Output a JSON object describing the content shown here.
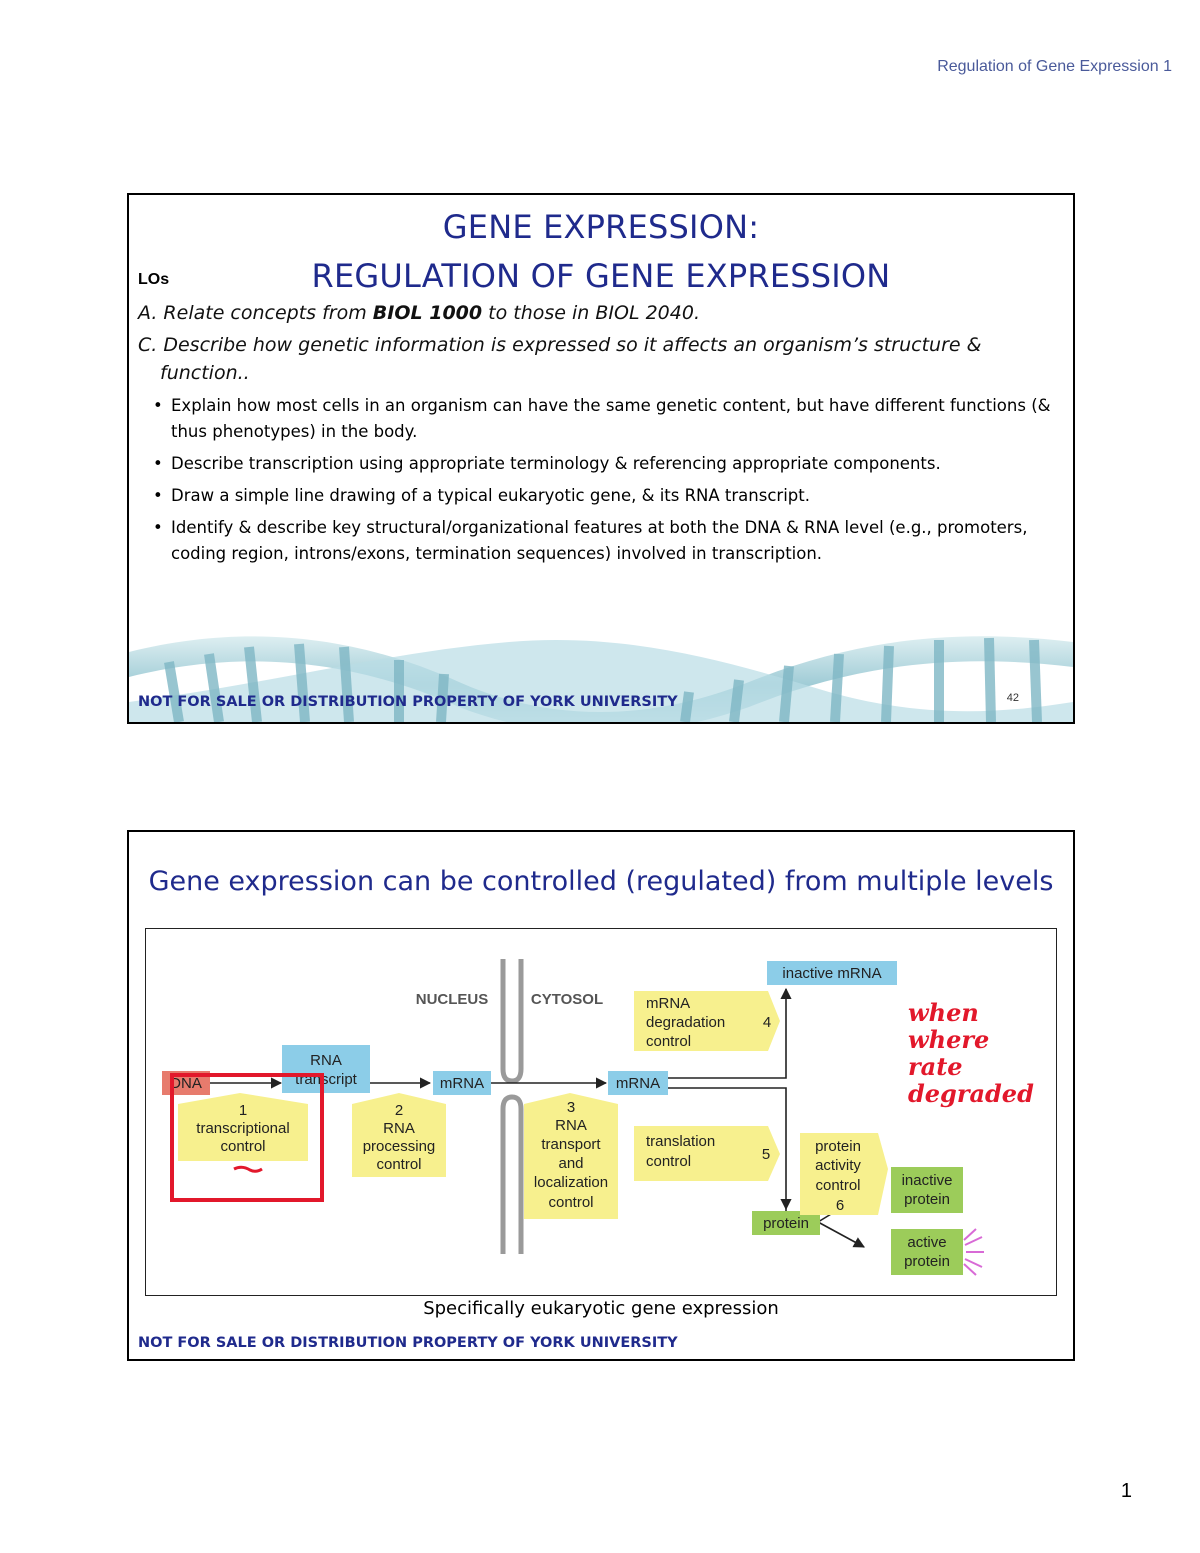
{
  "header": {
    "running_title": "Regulation of Gene Expression 1"
  },
  "page": {
    "number": "1"
  },
  "slide1": {
    "title_line1": "GENE EXPRESSION:",
    "title_line2": "REGULATION OF GENE EXPRESSION",
    "los_label": "LOs",
    "lo_a_prefix": "A. Relate concepts from ",
    "lo_a_bold": "BIOL 1000",
    "lo_a_suffix": " to those in BIOL 2040.",
    "lo_c_line1": "C. Describe how genetic information is expressed so it affects an organism’s structure &",
    "lo_c_line2": "function..",
    "bullets": [
      "Explain how most cells in an organism can have the same genetic content, but have different functions (& thus phenotypes) in the body.",
      "Describe transcription using appropriate terminology & referencing appropriate components.",
      "Draw a simple line drawing of a typical eukaryotic gene, & its RNA transcript.",
      "Identify & describe key structural/organizational features at both the DNA & RNA level (e.g., promoters, coding region, introns/exons, termination sequences) involved in transcription."
    ],
    "footer": "NOT FOR SALE OR DISTRIBUTION PROPERTY OF YORK UNIVERSITY",
    "slide_number": "42"
  },
  "slide2": {
    "title": "Gene expression can be controlled (regulated) from multiple levels",
    "caption": "Specifically eukaryotic gene expression",
    "footer": "NOT FOR SALE OR DISTRIBUTION PROPERTY OF YORK UNIVERSITY",
    "diagram": {
      "compartments": {
        "nucleus": "NUCLEUS",
        "cytosol": "CYTOSOL"
      },
      "nodes": {
        "dna": "DNA",
        "rna_transcript_1": "RNA",
        "rna_transcript_2": "transcript",
        "mrna_nucleus": "mRNA",
        "mrna_cytosol": "mRNA",
        "inactive_mrna": "inactive mRNA",
        "protein": "protein",
        "inactive_protein_1": "inactive",
        "inactive_protein_2": "protein",
        "active_protein_1": "active",
        "active_protein_2": "protein"
      },
      "controls": [
        {
          "num": "1",
          "lines": [
            "transcriptional",
            "control"
          ]
        },
        {
          "num": "2",
          "lines": [
            "RNA",
            "processing",
            "control"
          ]
        },
        {
          "num": "3",
          "lines": [
            "RNA",
            "transport",
            "and",
            "localization",
            "control"
          ]
        },
        {
          "num": "4",
          "lines": [
            "mRNA",
            "degradation",
            "control"
          ]
        },
        {
          "num": "5",
          "lines": [
            "translation",
            "control"
          ]
        },
        {
          "num": "6",
          "lines": [
            "protein",
            "activity",
            "control"
          ]
        }
      ],
      "handwritten_notes": [
        "when",
        "where",
        "rate",
        "degraded"
      ]
    },
    "colors": {
      "title_blue": "#1f2a8c",
      "node_blue": "#8ccde8",
      "control_yellow": "#f7f08e",
      "protein_green": "#9ccc5a",
      "dna_red": "#e77b6d",
      "annotation_red": "#e2182b"
    }
  }
}
